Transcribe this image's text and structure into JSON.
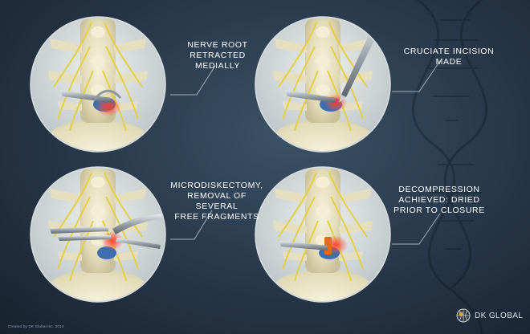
{
  "panels": [
    {
      "id": "step1",
      "caption": "NERVE ROOT\nRETRACTED MEDIALLY"
    },
    {
      "id": "step2",
      "caption": "CRUCIATE INCISION MADE"
    },
    {
      "id": "step3",
      "caption": "MICRODISKECTOMY,\nREMOVAL OF SEVERAL\nFREE FRAGMENTS"
    },
    {
      "id": "step4",
      "caption": "DECOMPRESSION\nACHIEVED: DRIED\nPRIOR TO CLOSURE"
    }
  ],
  "footer": {
    "credit": "Created by DK Global Inc. 2014"
  },
  "brand": {
    "logo_text": "DK GLOBAL"
  },
  "colors": {
    "background": "#2a3b4d",
    "bone": "#ece6c8",
    "nerve": "#e6d24a",
    "disc": "#3d6fb0",
    "bleed": "#e8322f",
    "fragment": "#e06a2a"
  }
}
